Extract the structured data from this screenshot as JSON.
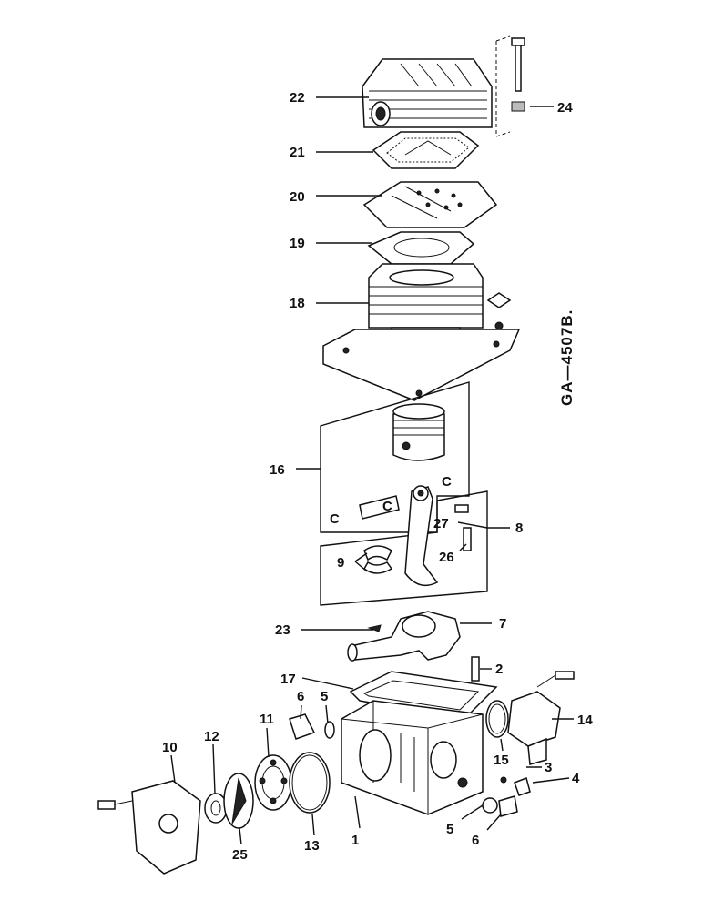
{
  "drawing_code": "GA—4507B.",
  "callouts": [
    {
      "id": "22",
      "label": "22"
    },
    {
      "id": "24",
      "label": "24"
    },
    {
      "id": "21",
      "label": "21"
    },
    {
      "id": "20",
      "label": "20"
    },
    {
      "id": "19",
      "label": "19"
    },
    {
      "id": "18",
      "label": "18"
    },
    {
      "id": "16",
      "label": "16"
    },
    {
      "id": "27",
      "label": "27"
    },
    {
      "id": "8",
      "label": "8"
    },
    {
      "id": "9",
      "label": "9"
    },
    {
      "id": "26",
      "label": "26"
    },
    {
      "id": "23",
      "label": "23"
    },
    {
      "id": "7",
      "label": "7"
    },
    {
      "id": "2",
      "label": "2"
    },
    {
      "id": "17",
      "label": "17"
    },
    {
      "id": "6a",
      "label": "6"
    },
    {
      "id": "5a",
      "label": "5"
    },
    {
      "id": "11",
      "label": "11"
    },
    {
      "id": "14",
      "label": "14"
    },
    {
      "id": "10",
      "label": "10"
    },
    {
      "id": "12",
      "label": "12"
    },
    {
      "id": "15",
      "label": "15"
    },
    {
      "id": "3",
      "label": "3"
    },
    {
      "id": "4",
      "label": "4"
    },
    {
      "id": "5b",
      "label": "5"
    },
    {
      "id": "6b",
      "label": "6"
    },
    {
      "id": "1",
      "label": "1"
    },
    {
      "id": "13",
      "label": "13"
    },
    {
      "id": "25",
      "label": "25"
    }
  ],
  "section_marks": [
    "C",
    "C",
    "C"
  ]
}
